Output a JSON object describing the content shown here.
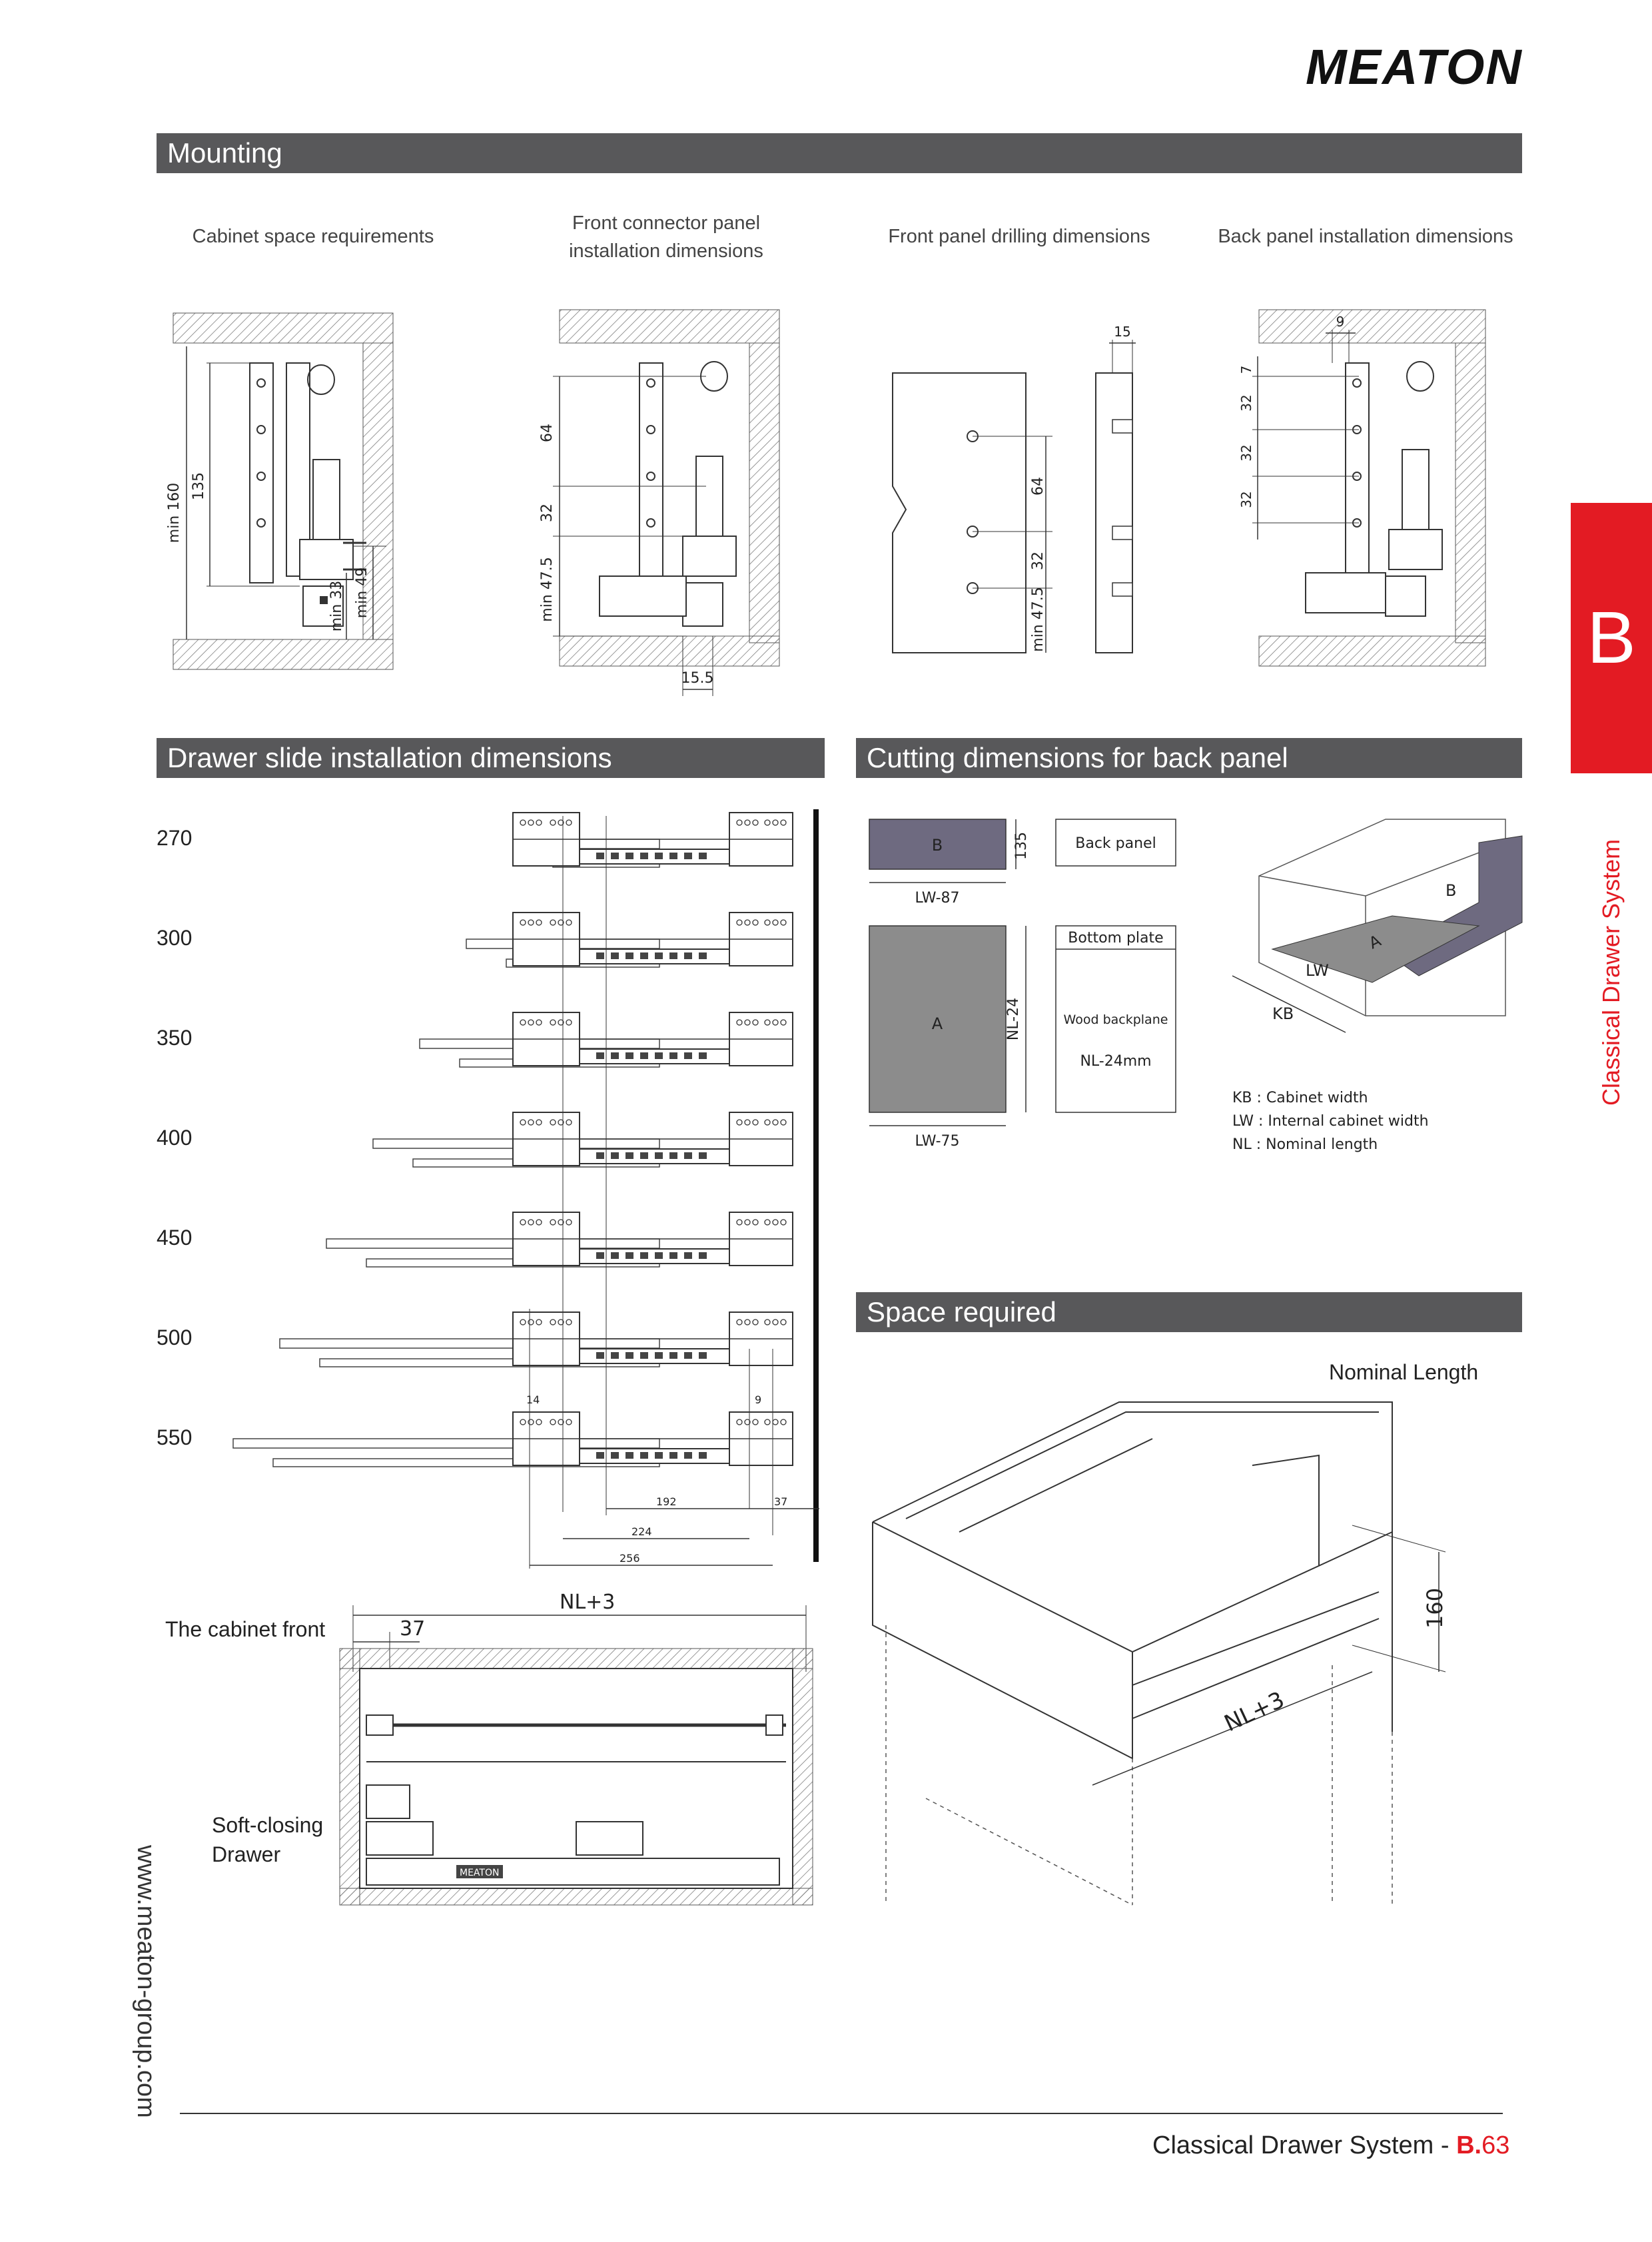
{
  "brand": {
    "logo_text": "MEATON"
  },
  "sections": {
    "mounting": "Mounting",
    "drawer_slide": "Drawer slide installation dimensions",
    "cutting": "Cutting dimensions for back panel",
    "space": "Space required"
  },
  "mounting": {
    "captions": [
      "Cabinet space requirements",
      "Front connector panel installation dimensions",
      "Front panel drilling dimensions",
      "Back panel installation dimensions"
    ],
    "fig1": {
      "min160": "min 160",
      "d135": "135",
      "min33": "min 33",
      "min49": "min 49"
    },
    "fig2": {
      "d64": "64",
      "d32": "32",
      "min475": "min 47.5",
      "d155": "15.5"
    },
    "fig3": {
      "d15": "15",
      "d64": "64",
      "d32": "32",
      "min475": "min 47.5"
    },
    "fig4": {
      "d9": "9",
      "d7": "7",
      "d32a": "32",
      "d32b": "32",
      "d32c": "32"
    }
  },
  "slides": {
    "lengths": [
      "270",
      "300",
      "350",
      "400",
      "450",
      "500",
      "550"
    ],
    "dims": {
      "d14": "14",
      "d9": "9",
      "d192": "192",
      "d37": "37",
      "d224": "224",
      "d256": "256"
    }
  },
  "cabinet_front": {
    "label": "The cabinet front",
    "nl3": "NL+3",
    "d37": "37",
    "soft_closing_1": "Soft-closing",
    "soft_closing_2": "Drawer",
    "brand_tag": "MEATON"
  },
  "cutting": {
    "b_label": "B",
    "d135": "135",
    "lw87": "LW-87",
    "back_panel": "Back panel",
    "a_label": "A",
    "nl24": "NL-24",
    "lw75": "LW-75",
    "bottom_plate": "Bottom plate",
    "wood_backplane": "Wood backplane",
    "nl24mm": "NL-24mm",
    "iso_b": "B",
    "iso_a": "A",
    "iso_lw": "LW",
    "iso_kb": "KB",
    "legend": [
      "KB : Cabinet width",
      "LW : Internal cabinet width",
      "NL : Nominal length"
    ]
  },
  "space": {
    "nominal_length": "Nominal Length",
    "d160": "160",
    "nl3": "NL+3"
  },
  "side_tab": {
    "letter": "B",
    "vertical": "Classical Drawer System"
  },
  "url": "www.meaton-group.com",
  "footer": {
    "text": "Classical Drawer System - ",
    "page_prefix": "B.",
    "page_num": "63"
  },
  "colors": {
    "accent": "#e31b23",
    "bar": "#58585a",
    "panel_b": "#6e6a80",
    "panel_a": "#8c8c8c"
  }
}
